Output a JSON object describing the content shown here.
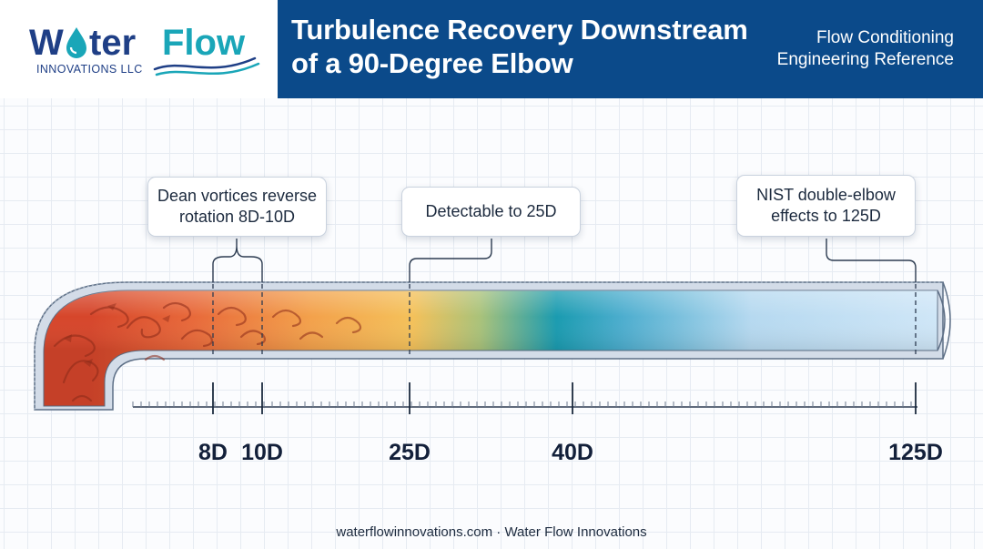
{
  "brand": {
    "logo_word_1": "W",
    "logo_word_1_rest": "ter",
    "logo_word_2": "Flow",
    "logo_tagline": "INNOVATIONS LLC",
    "color_navy": "#1f3f86",
    "color_teal": "#1aa6b8"
  },
  "header": {
    "title_line_1": "Turbulence Recovery Downstream",
    "title_line_2": "of a 90-Degree Elbow",
    "subtitle_line_1": "Flow Conditioning",
    "subtitle_line_2": "Engineering Reference",
    "bar_color": "#0b4a8a"
  },
  "callouts": [
    {
      "line_1": "Dean vortices reverse",
      "line_2": "rotation 8D-10D"
    },
    {
      "line_1": "Detectable to 25D",
      "line_2": ""
    },
    {
      "line_1": "NIST double-elbow",
      "line_2": "effects to 125D"
    }
  ],
  "scale": {
    "ticks": [
      {
        "label": "8D",
        "value": 8
      },
      {
        "label": "10D",
        "value": 10
      },
      {
        "label": "25D",
        "value": 25
      },
      {
        "label": "40D",
        "value": 40
      },
      {
        "label": "125D",
        "value": 125
      }
    ]
  },
  "footer": {
    "text": "waterflowinnovations.com · Water Flow Innovations"
  }
}
